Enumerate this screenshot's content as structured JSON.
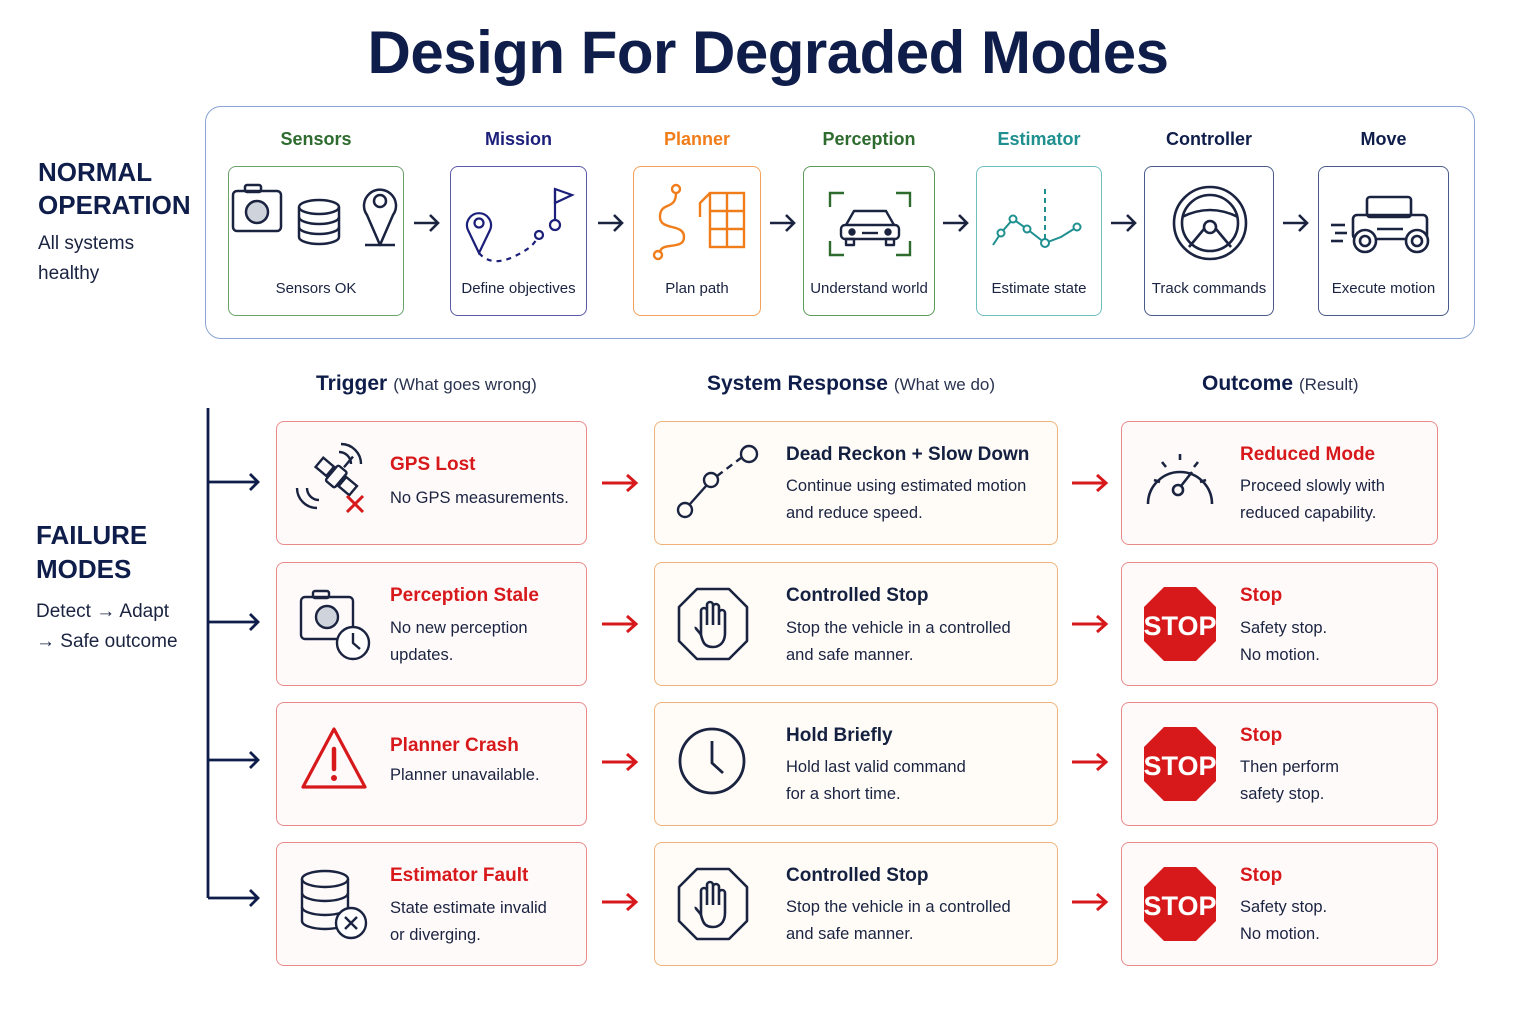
{
  "title": "Design For Degraded Modes",
  "normal": {
    "heading_line1": "NORMAL",
    "heading_line2": "OPERATION",
    "sub_line1": "All systems",
    "sub_line2": "healthy",
    "stages": [
      {
        "label": "Sensors",
        "caption": "Sensors OK",
        "color": "#2e6b2e"
      },
      {
        "label": "Mission",
        "caption": "Define objectives",
        "color": "#1c1f7a"
      },
      {
        "label": "Planner",
        "caption": "Plan path",
        "color": "#f07d1a"
      },
      {
        "label": "Perception",
        "caption": "Understand world",
        "color": "#2e6b2e"
      },
      {
        "label": "Estimator",
        "caption": "Estimate state",
        "color": "#1f8f8f"
      },
      {
        "label": "Controller",
        "caption": "Track commands",
        "color": "#0f1d4a"
      },
      {
        "label": "Move",
        "caption": "Execute motion",
        "color": "#0f1d4a"
      }
    ]
  },
  "failure": {
    "heading_line1": "FAILURE",
    "heading_line2": "MODES",
    "sub_line1": "Detect → Adapt",
    "sub_line2": "→ Safe outcome"
  },
  "columns": {
    "trigger": {
      "title": "Trigger",
      "note": "(What goes wrong)"
    },
    "response": {
      "title": "System Response",
      "note": "(What we do)"
    },
    "outcome": {
      "title": "Outcome",
      "note": "(Result)"
    }
  },
  "rows": [
    {
      "trigger": {
        "title": "GPS Lost",
        "line1": "No GPS measurements.",
        "line2": ""
      },
      "response": {
        "title": "Dead Reckon + Slow Down",
        "line1": "Continue using estimated motion",
        "line2": "and reduce speed."
      },
      "outcome": {
        "title": "Reduced Mode",
        "line1": "Proceed slowly with",
        "line2": "reduced capability."
      }
    },
    {
      "trigger": {
        "title": "Perception Stale",
        "line1": "No new perception",
        "line2": "updates."
      },
      "response": {
        "title": "Controlled Stop",
        "line1": "Stop the vehicle in a controlled",
        "line2": "and safe manner."
      },
      "outcome": {
        "title": "Stop",
        "line1": "Safety stop.",
        "line2": "No motion."
      }
    },
    {
      "trigger": {
        "title": "Planner Crash",
        "line1": "Planner unavailable.",
        "line2": ""
      },
      "response": {
        "title": "Hold Briefly",
        "line1": "Hold last valid command",
        "line2": "for a short time."
      },
      "outcome": {
        "title": "Stop",
        "line1": "Then perform",
        "line2": "safety stop."
      }
    },
    {
      "trigger": {
        "title": "Estimator Fault",
        "line1": "State estimate invalid",
        "line2": "or diverging."
      },
      "response": {
        "title": "Controlled Stop",
        "line1": "Stop the vehicle in a controlled",
        "line2": "and safe manner."
      },
      "outcome": {
        "title": "Stop",
        "line1": "Safety stop.",
        "line2": "No motion."
      }
    }
  ],
  "stop_sign_text": "STOP",
  "colors": {
    "navy": "#0f1d4a",
    "red": "#d7191c",
    "orange": "#f07d1a",
    "green": "#2e6b2e",
    "teal": "#1f8f8f"
  }
}
